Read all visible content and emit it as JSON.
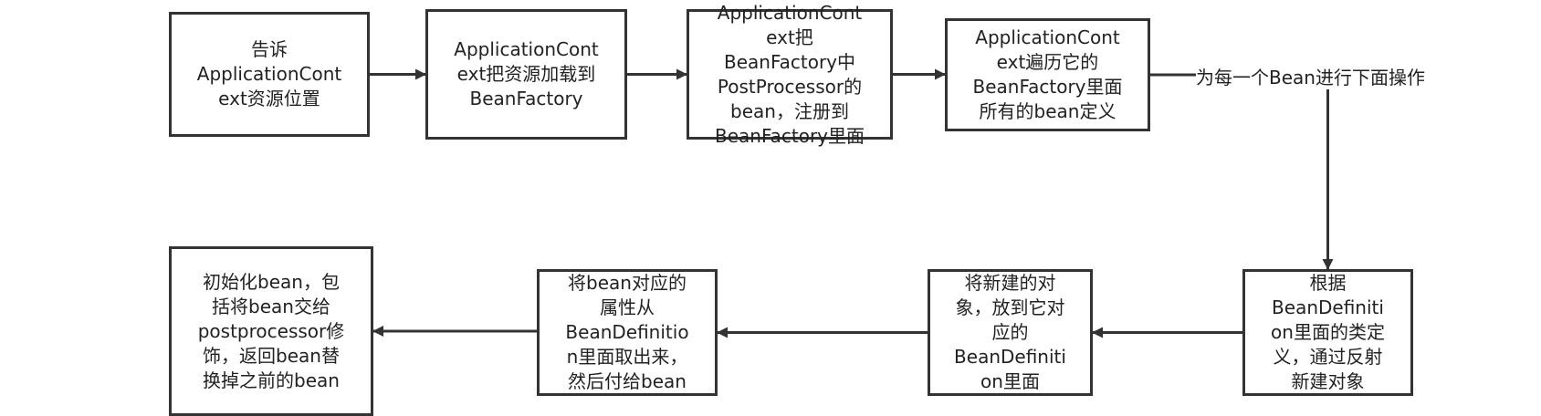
{
  "diagram": {
    "nodes": [
      {
        "id": "n1",
        "lines": [
          "告诉",
          "ApplicationCont",
          "ext资源位置"
        ]
      },
      {
        "id": "n2",
        "lines": [
          "ApplicationCont",
          "ext把资源加载到",
          "BeanFactory"
        ]
      },
      {
        "id": "n3",
        "lines": [
          "ApplicationCont",
          "ext把",
          "BeanFactory中",
          "PostProcessor的",
          "bean，注册到",
          "BeanFactory里面"
        ]
      },
      {
        "id": "n4",
        "lines": [
          "ApplicationCont",
          "ext遍历它的",
          "BeanFactory里面",
          "所有的bean定义"
        ]
      },
      {
        "id": "n5",
        "lines": [
          "根据",
          "BeanDefiniti",
          "on里面的类定",
          "义，通过反射",
          "新建对象"
        ]
      },
      {
        "id": "n6",
        "lines": [
          "将新建的对",
          "象，放到它对",
          "应的",
          "BeanDefiniti",
          "on里面"
        ]
      },
      {
        "id": "n7",
        "lines": [
          "将bean对应的",
          "属性从",
          "BeanDefinitio",
          "n里面取出来，",
          "然后付给bean"
        ]
      },
      {
        "id": "n8",
        "lines": [
          "初始化bean，包",
          "括将bean交给",
          "postprocessor修",
          "饰，返回bean替",
          "换掉之前的bean"
        ]
      }
    ],
    "edges": [
      {
        "from": "n1",
        "to": "n2"
      },
      {
        "from": "n2",
        "to": "n3"
      },
      {
        "from": "n3",
        "to": "n4"
      },
      {
        "from": "n4",
        "to": "n5",
        "label": "为每一个Bean进行下面操作"
      },
      {
        "from": "n5",
        "to": "n6"
      },
      {
        "from": "n6",
        "to": "n7"
      },
      {
        "from": "n7",
        "to": "n8"
      }
    ],
    "colors": {
      "stroke": "#333333",
      "text": "#222222",
      "background": "#ffffff"
    }
  }
}
